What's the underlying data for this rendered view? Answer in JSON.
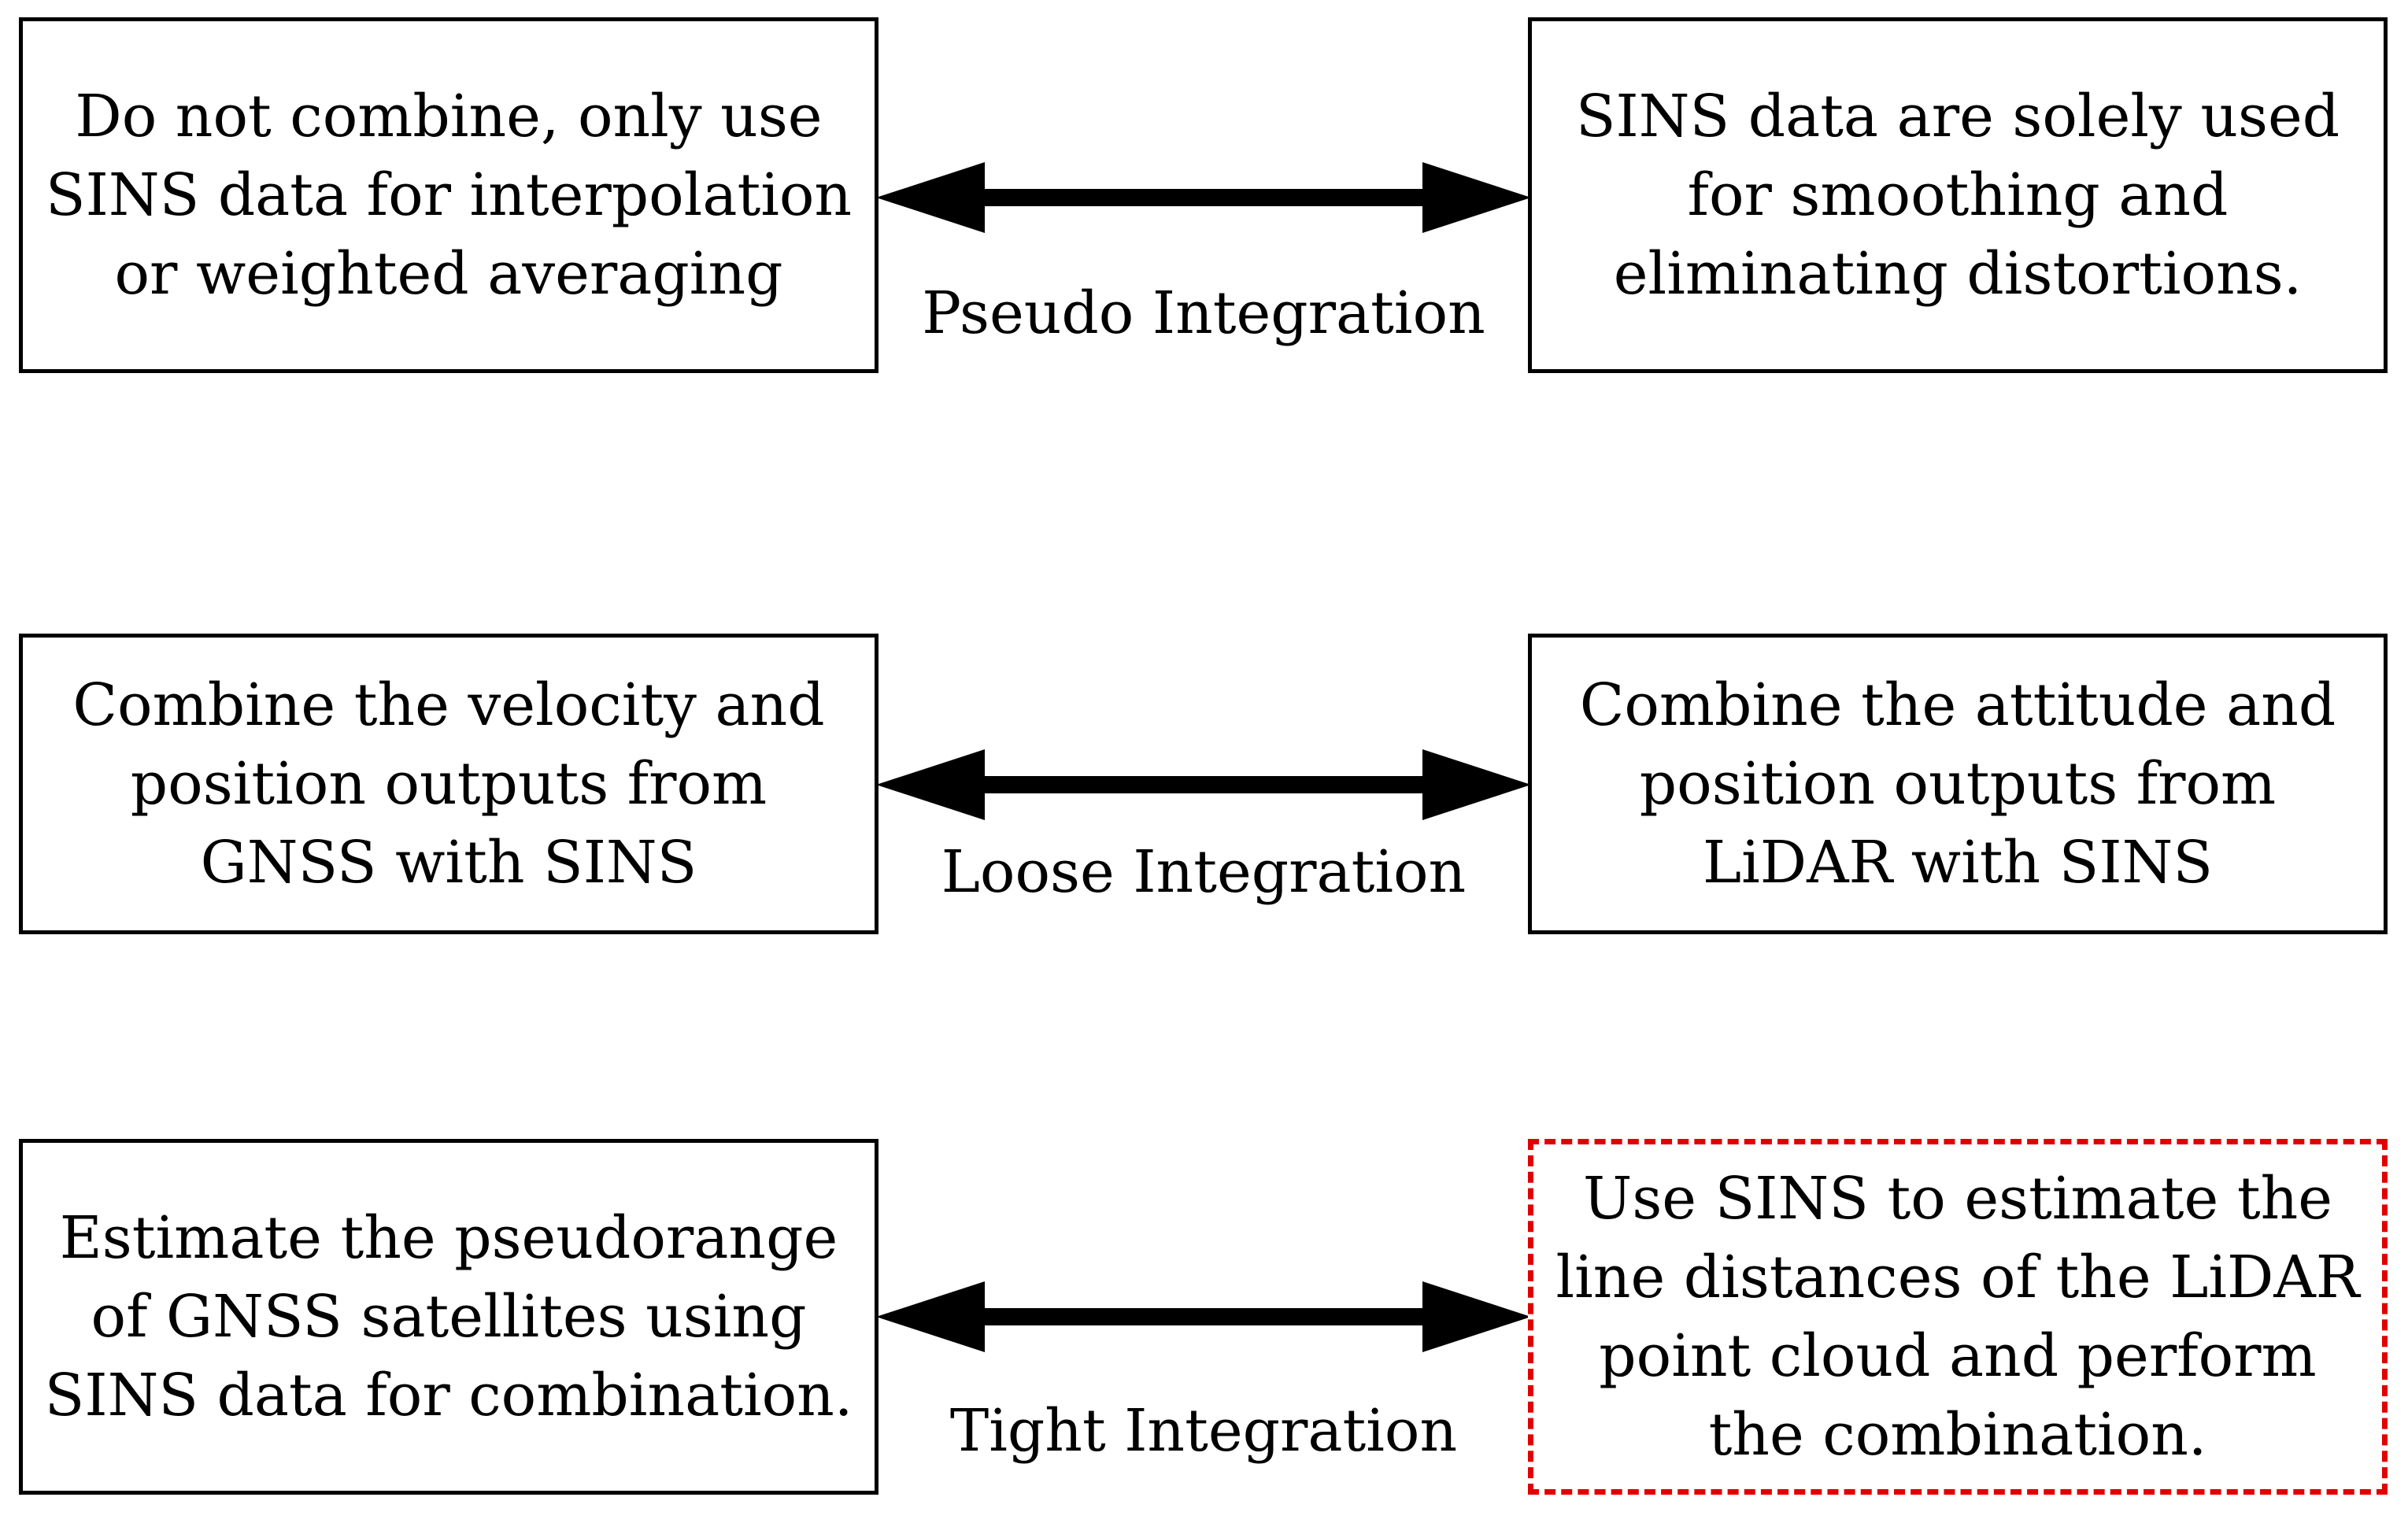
{
  "rows": [
    {
      "integration_label": "Pseudo Integration",
      "left_box": "Do not combine, only use\nSINS data for interpolation\nor weighted averaging",
      "right_box": "SINS data are solely used\nfor smoothing and\neliminating distortions."
    },
    {
      "integration_label": "Loose Integration",
      "left_box": "Combine the velocity and\nposition outputs from\nGNSS with SINS",
      "right_box": "Combine the attitude and\nposition outputs from\nLiDAR with SINS"
    },
    {
      "integration_label": "Tight Integration",
      "left_box": "Estimate the pseudorange\nof GNSS satellites using\nSINS data for combination.",
      "right_box": "Use SINS to estimate the\nline distances of the LiDAR\npoint cloud and perform\nthe combination."
    }
  ],
  "colors": {
    "box_border": "#000000",
    "highlight_border": "#e00000",
    "arrow": "#000000"
  }
}
